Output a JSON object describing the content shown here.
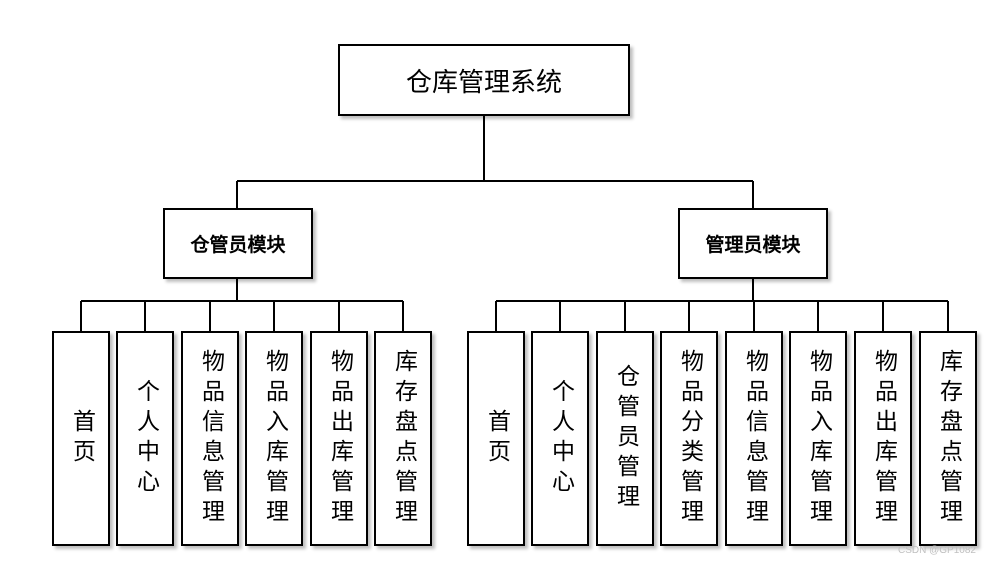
{
  "diagram": {
    "root": {
      "label": "仓库管理系统"
    },
    "modules": [
      {
        "label": "仓管员模块",
        "children": [
          "首页",
          "个人中心",
          "物品信息管理",
          "物品入库管理",
          "物品出库管理",
          "库存盘点管理"
        ]
      },
      {
        "label": "管理员模块",
        "children": [
          "首页",
          "个人中心",
          "仓管员管理",
          "物品分类管理",
          "物品信息管理",
          "物品入库管理",
          "物品出库管理",
          "库存盘点管理"
        ]
      }
    ]
  },
  "watermark": "CSDN @GP1082"
}
